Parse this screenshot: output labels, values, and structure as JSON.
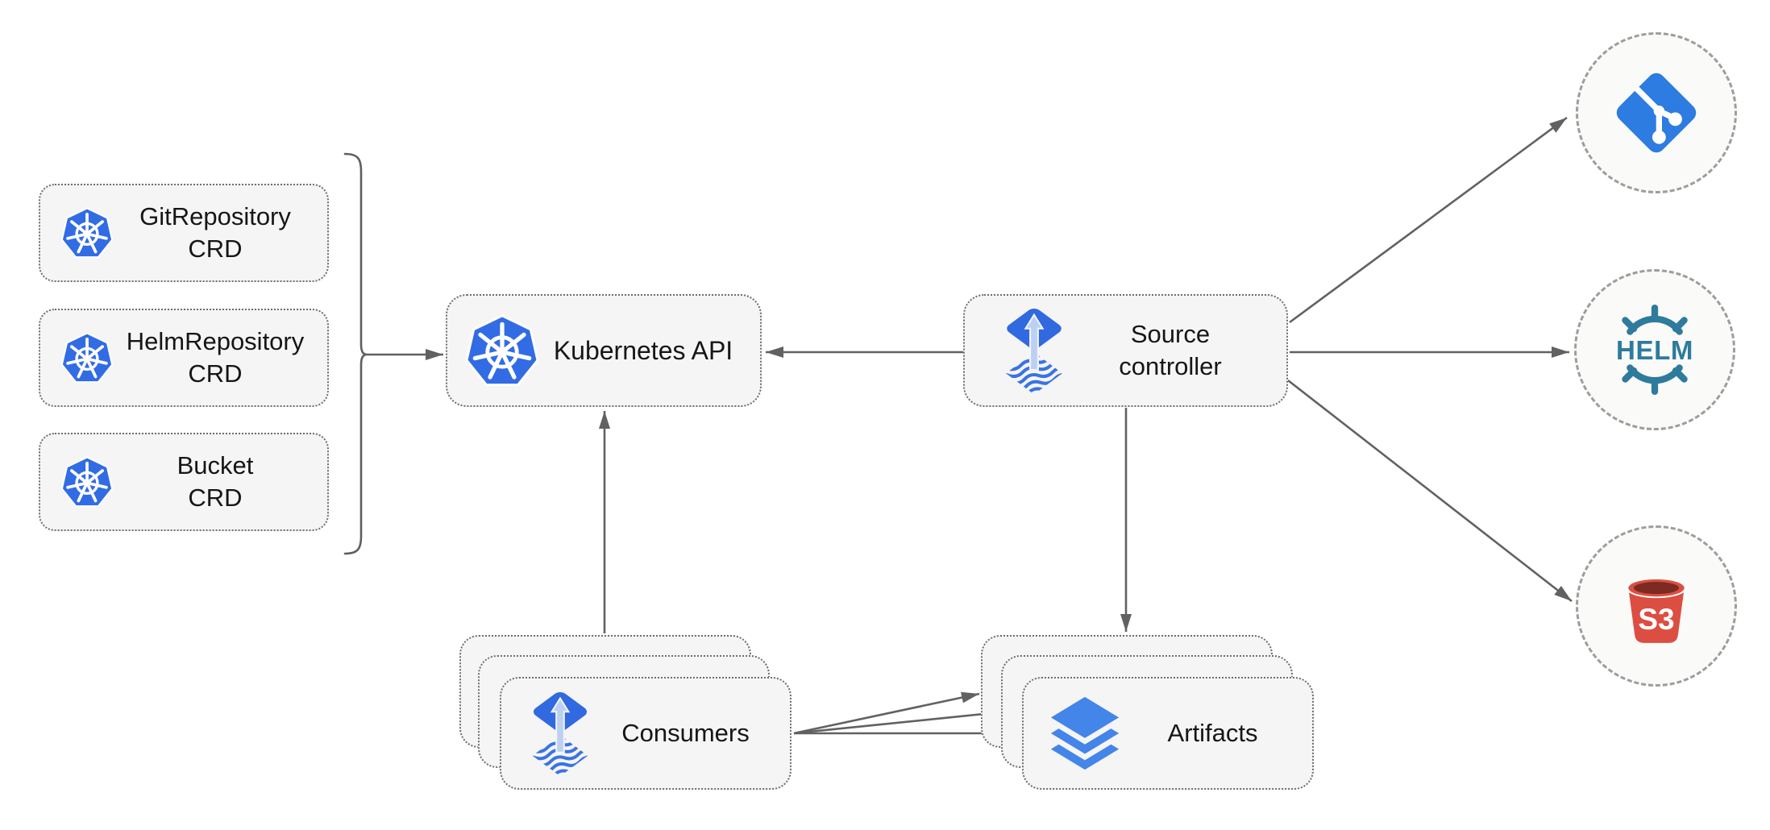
{
  "nodes": {
    "git_crd": {
      "line1": "GitRepository",
      "line2": "CRD"
    },
    "helm_crd": {
      "line1": "HelmRepository",
      "line2": "CRD"
    },
    "bucket_crd": {
      "line1": "Bucket",
      "line2": "CRD"
    },
    "kubernetes_api": {
      "label": "Kubernetes API"
    },
    "source_controller": {
      "line1": "Source",
      "line2": "controller"
    },
    "consumers": {
      "label": "Consumers"
    },
    "artifacts": {
      "label": "Artifacts"
    }
  },
  "endpoints": {
    "git": {
      "icon": "git-icon"
    },
    "helm": {
      "icon": "helm-icon",
      "text": "HELM"
    },
    "s3": {
      "icon": "s3-bucket-icon",
      "text": "S3"
    }
  },
  "icons": {
    "crd_boxes": "kubernetes-icon",
    "kubernetes_api": "kubernetes-icon",
    "source_controller": "flux-icon",
    "consumers": "flux-icon",
    "artifacts": "layers-icon"
  },
  "colors": {
    "kubernetes_blue": "#326CE5",
    "flux_blue": "#3069e0",
    "flux_arrow_light": "#bcd0f5",
    "layers_blue": "#4385e8",
    "git_blue": "#2c7ce1",
    "helm_teal": "#2e7b9d",
    "s3_red": "#dc4e42",
    "s3_dark_red": "#7c2a22",
    "box_fill": "#f5f5f5",
    "arrow_gray": "#616161"
  }
}
